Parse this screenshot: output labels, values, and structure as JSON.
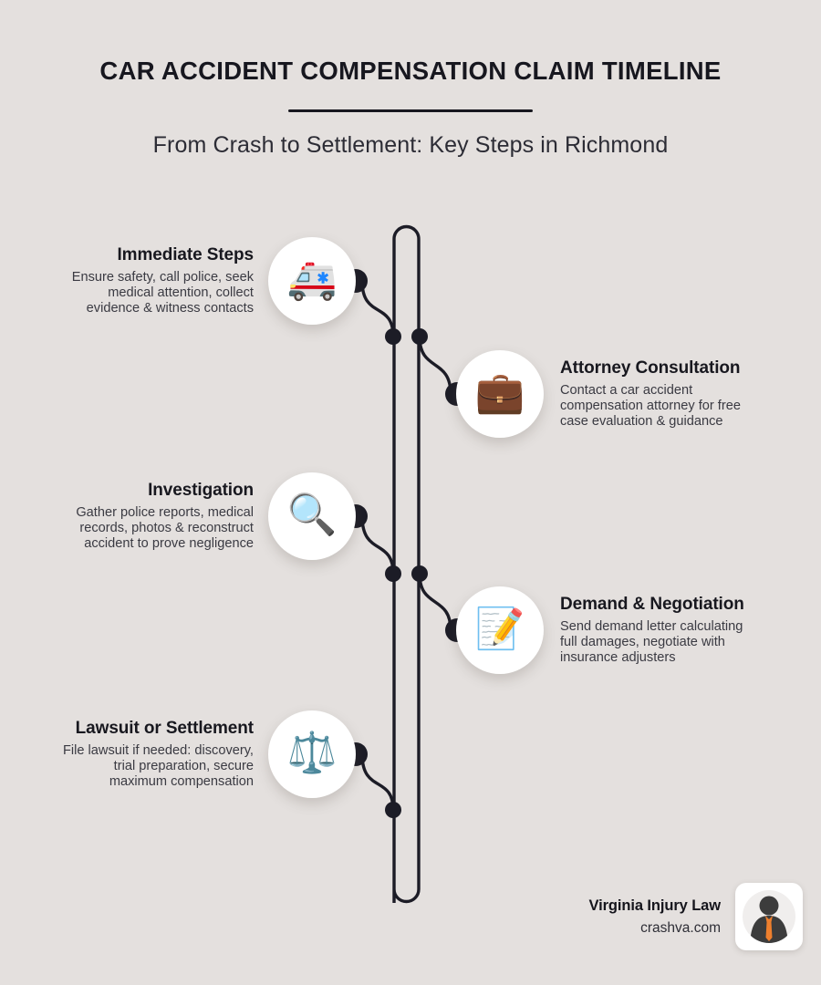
{
  "header": {
    "title": "CAR ACCIDENT COMPENSATION CLAIM TIMELINE",
    "subtitle": "From Crash to Settlement: Key Steps in Richmond"
  },
  "timeline": {
    "steps": [
      {
        "id": "immediate-steps",
        "side": "left",
        "icon": "ambulance-icon",
        "icon_glyph": "🚑",
        "title": "Immediate Steps",
        "description": "Ensure safety, call police, seek medical attention, collect evidence & witness contacts"
      },
      {
        "id": "attorney-consultation",
        "side": "right",
        "icon": "briefcase-icon",
        "icon_glyph": "💼",
        "title": "Attorney Consultation",
        "description": "Contact a car accident compensation attorney for free case evaluation & guidance"
      },
      {
        "id": "investigation",
        "side": "left",
        "icon": "magnifying-glass-icon",
        "icon_glyph": "🔍",
        "title": "Investigation",
        "description": "Gather police reports, medical records, photos & reconstruct accident to prove negligence"
      },
      {
        "id": "demand-negotiation",
        "side": "right",
        "icon": "memo-pencil-icon",
        "icon_glyph": "📝",
        "title": "Demand & Negotiation",
        "description": "Send demand letter calculating full damages, negotiate with insurance adjusters"
      },
      {
        "id": "lawsuit-or-settlement",
        "side": "left",
        "icon": "balance-scale-icon",
        "icon_glyph": "⚖️",
        "title": "Lawsuit or Settlement",
        "description": "File lawsuit if needed: discovery, trial preparation, secure maximum compensation"
      }
    ]
  },
  "footer": {
    "brand_name": "Virginia Injury Law",
    "website": "crashva.com",
    "logo": "businessman-avatar-icon"
  },
  "colors": {
    "background": "#e4e0de",
    "ink": "#17171f",
    "body_text": "#3a3a42",
    "spine": "#1c1c26",
    "bubble": "#ffffff",
    "logo_accent": "#ee7f2d",
    "logo_silhouette": "#3c3c3c"
  }
}
